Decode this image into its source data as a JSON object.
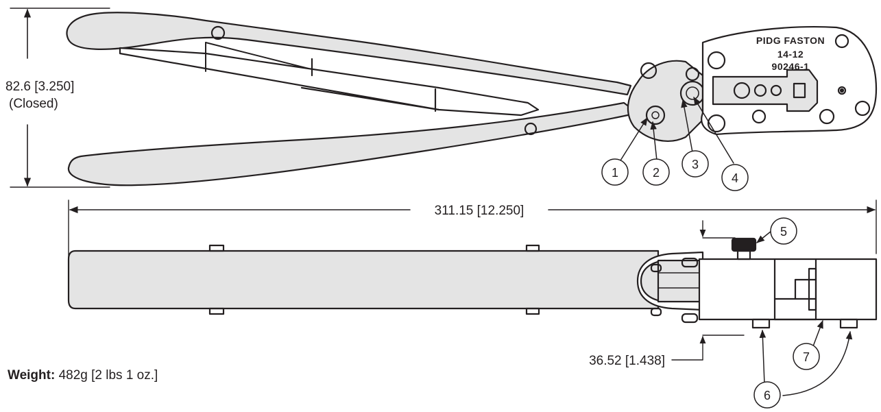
{
  "dimensions": {
    "height_closed": "82.6 [3.250]",
    "height_note": "(Closed)",
    "overall_length": "311.15 [12.250]",
    "head_thickness": "36.52 [1.438]"
  },
  "die_marking": {
    "line1": "PIDG FASTON",
    "line2": "14-12",
    "line3": "90246-1"
  },
  "callouts": [
    "1",
    "2",
    "3",
    "4",
    "5",
    "6",
    "7"
  ],
  "weight": {
    "label": "Weight:",
    "value": "482g [2 lbs 1 oz.]"
  },
  "colors": {
    "line": "#231f20",
    "body_fill": "#e4e4e4",
    "background": "#ffffff"
  }
}
